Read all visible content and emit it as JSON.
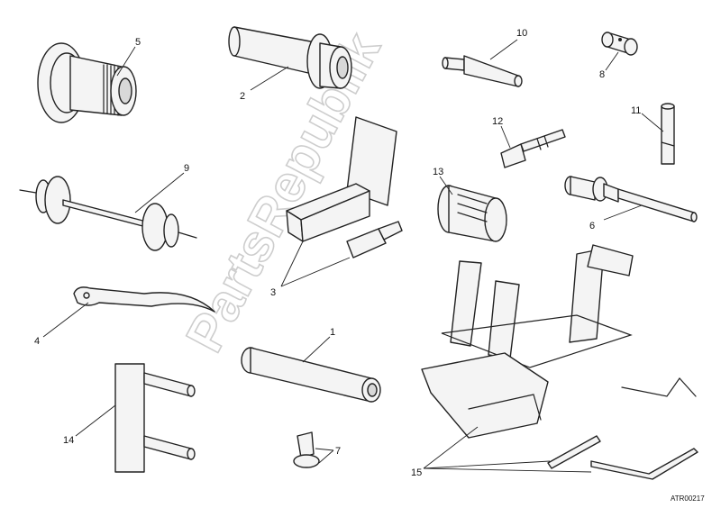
{
  "watermark": "PartsRepublik",
  "drawing_ref": "ATR00217",
  "callouts": {
    "c1": "1",
    "c2": "2",
    "c3": "3",
    "c4": "4",
    "c5": "5",
    "c6": "6",
    "c7": "7",
    "c8": "8",
    "c9": "9",
    "c10": "10",
    "c11": "11",
    "c12": "12",
    "c13": "13",
    "c14": "14",
    "c15": "15"
  }
}
